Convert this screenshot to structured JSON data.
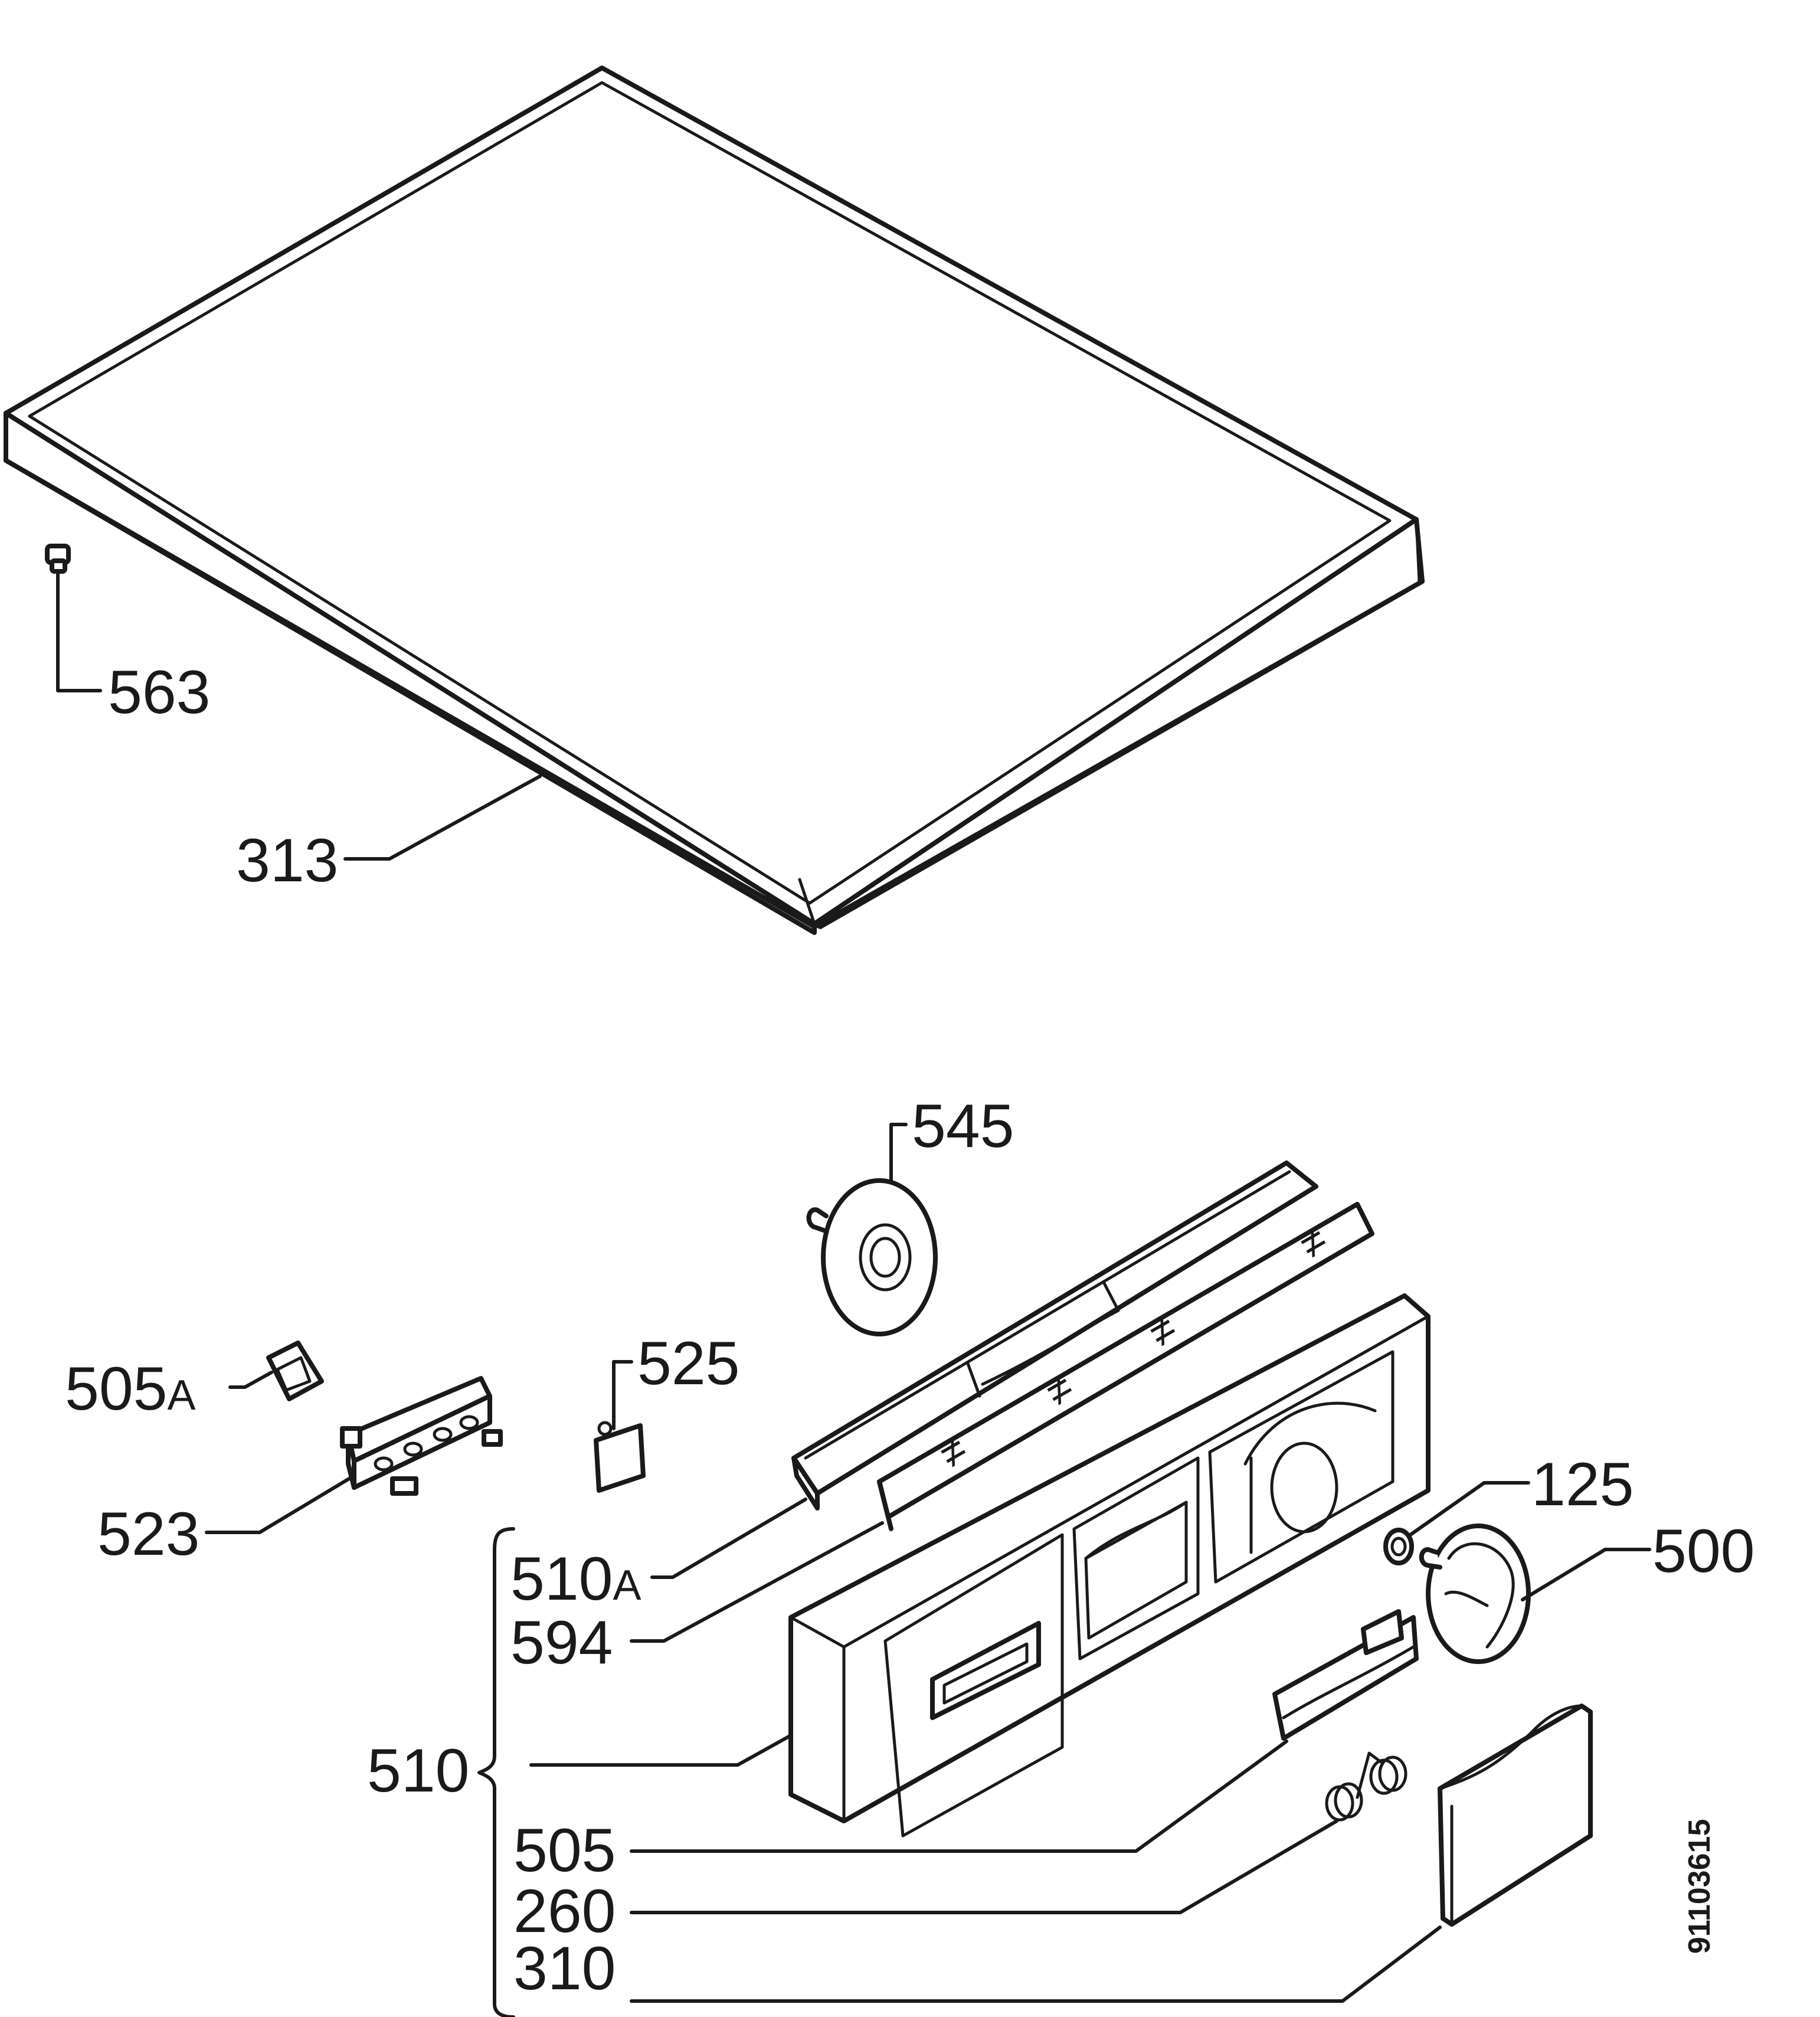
{
  "callouts": {
    "p563": "563",
    "p313": "313",
    "p545": "545",
    "p505a_num": "505",
    "p505a_suffix": "A",
    "p525": "525",
    "p523": "523",
    "p510a_num": "510",
    "p510a_suffix": "A",
    "p594": "594",
    "p125": "125",
    "p500": "500",
    "p510": "510",
    "p505": "505",
    "p260": "260",
    "p310": "310"
  },
  "drawing_number": "91103615",
  "colors": {
    "line": "#1a1a1a",
    "background": "#ffffff",
    "shade": "#e6e6e6"
  }
}
